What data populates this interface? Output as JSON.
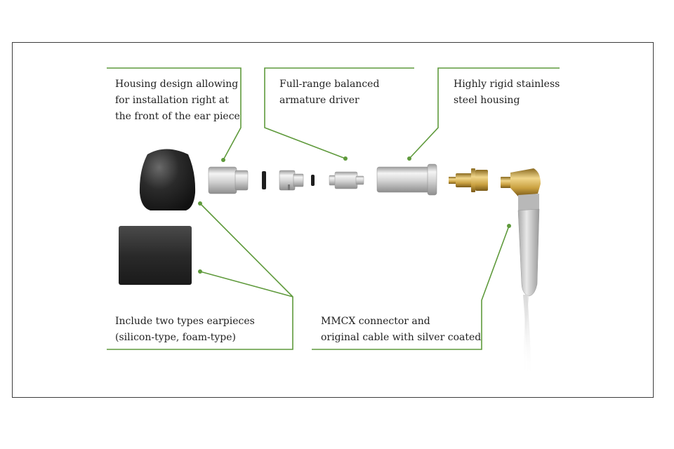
{
  "labels": {
    "housing_design": "Housing design allowing\nfor installation right at\nthe front of the ear piece",
    "driver": "Full-range balanced\narmature driver",
    "steel_housing": "Highly rigid stainless\nsteel housing",
    "earpieces": "Include two types earpieces\n(silicon-type, foam-type)",
    "mmcx": "MMCX connector and\noriginal cable with silver coated"
  },
  "colors": {
    "leader_line": "#5f9a3c",
    "frame_border": "#3c3c3c",
    "text": "#1f1f1f",
    "silicon_tip": "#2a2a2a",
    "foam_tip": "#2e2e2e",
    "metal": "#d6d6d6",
    "gold": "#c9a64a",
    "cable": "#cfcfcf"
  },
  "parts": [
    {
      "name": "silicon earpiece"
    },
    {
      "name": "foam earpiece"
    },
    {
      "name": "front housing"
    },
    {
      "name": "ring"
    },
    {
      "name": "nozzle insert"
    },
    {
      "name": "small ring"
    },
    {
      "name": "balanced armature driver"
    },
    {
      "name": "stainless steel housing"
    },
    {
      "name": "MMCX socket"
    },
    {
      "name": "MMCX connector cable"
    }
  ]
}
